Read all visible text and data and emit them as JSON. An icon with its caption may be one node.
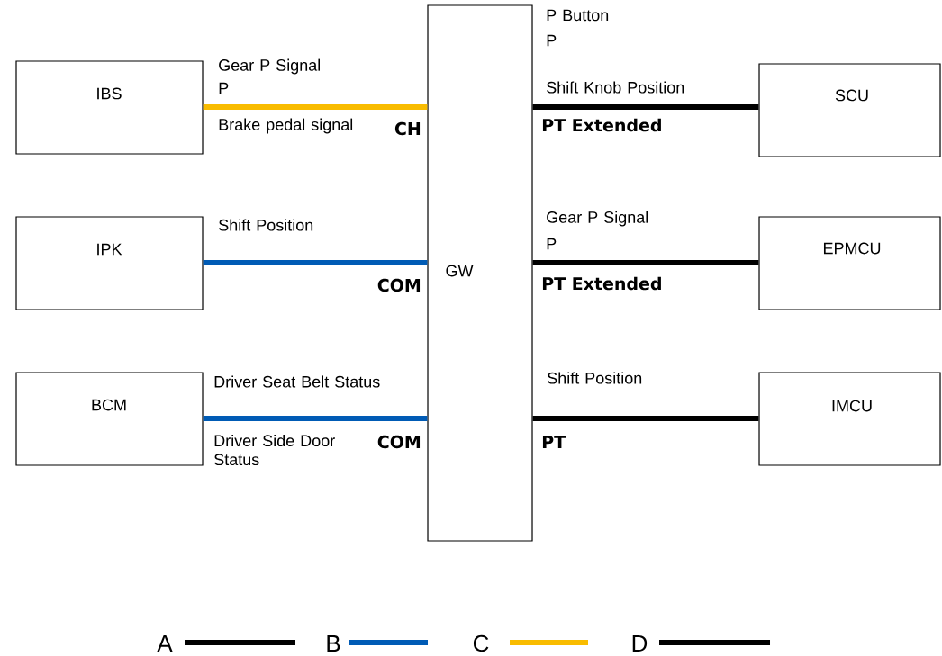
{
  "diagram": {
    "nodes": [
      {
        "text": [
          "IBS"
        ]
      },
      {
        "text": [
          "IPK"
        ]
      },
      {
        "text": [
          "BCM"
        ]
      },
      {
        "text": [
          "GW"
        ]
      },
      {
        "text": [
          "SCU"
        ]
      },
      {
        "text": [
          "EPMCU"
        ]
      },
      {
        "text": [
          "IMCU"
        ]
      }
    ],
    "edges": [
      {
        "from": 0,
        "to": 3,
        "arrow": "none",
        "label": "CH",
        "color": "#f9bc00"
      },
      {
        "from": 1,
        "to": 3,
        "arrow": "none",
        "label": "COM",
        "color": "#005bb5"
      },
      {
        "from": 2,
        "to": 3,
        "arrow": "none",
        "label": "COM",
        "color": "#005bb5"
      },
      {
        "from": 3,
        "to": 4,
        "arrow": "none",
        "label": "PT Extended"
      },
      {
        "from": 3,
        "to": 5,
        "arrow": "none",
        "label": "PT Extended"
      },
      {
        "from": 3,
        "to": 6,
        "arrow": "none",
        "label": "PT"
      }
    ],
    "labels": [
      "Gear P Signal",
      "P",
      "Brake pedal signal",
      "Shift Position",
      "Driver Seat Belt Status",
      "Driver Side Door Status",
      "P Button",
      "P",
      "Shift Knob Position",
      "Gear P Signal",
      "P",
      "Shift Position"
    ],
    "legend": [
      {
        "text": "A",
        "color": "#000000"
      },
      {
        "text": "B",
        "color": "#005bb5"
      },
      {
        "text": "C",
        "color": "#f9bc00"
      },
      {
        "text": "D",
        "color": "#000000"
      }
    ]
  }
}
